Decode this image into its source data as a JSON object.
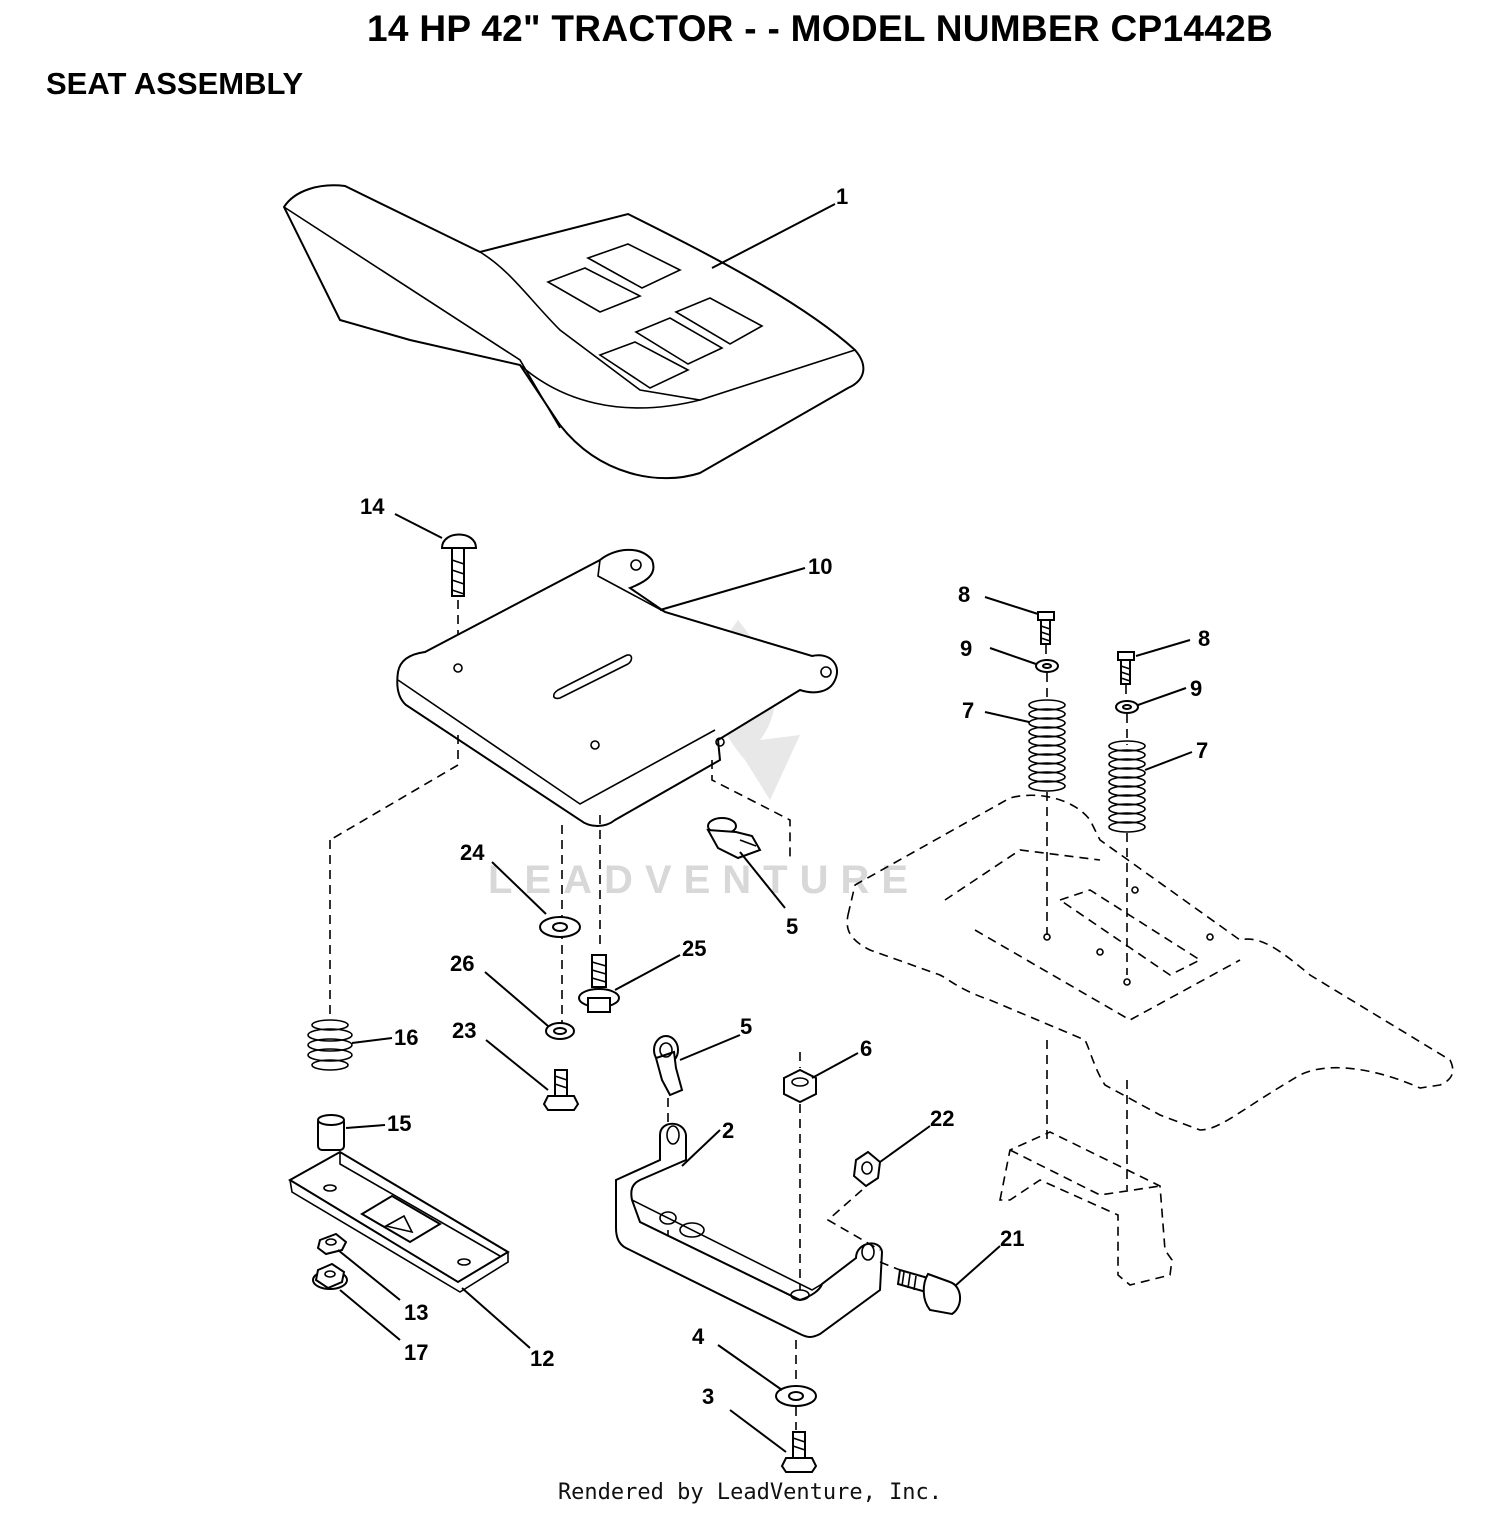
{
  "header": {
    "title": "14 HP 42\" TRACTOR - - MODEL NUMBER CP1442B",
    "subtitle": "SEAT ASSEMBLY"
  },
  "watermark": {
    "text": "LEADVENTURE"
  },
  "callouts": {
    "c1": "1",
    "c2": "2",
    "c3": "3",
    "c4": "4",
    "c5a": "5",
    "c5b": "5",
    "c6": "6",
    "c7a": "7",
    "c7b": "7",
    "c8a": "8",
    "c8b": "8",
    "c9a": "9",
    "c9b": "9",
    "c10": "10",
    "c12": "12",
    "c13": "13",
    "c14": "14",
    "c15": "15",
    "c16": "16",
    "c17": "17",
    "c21": "21",
    "c22": "22",
    "c23": "23",
    "c24": "24",
    "c25": "25",
    "c26": "26"
  },
  "footer": {
    "credit": "Rendered by LeadVenture, Inc."
  }
}
